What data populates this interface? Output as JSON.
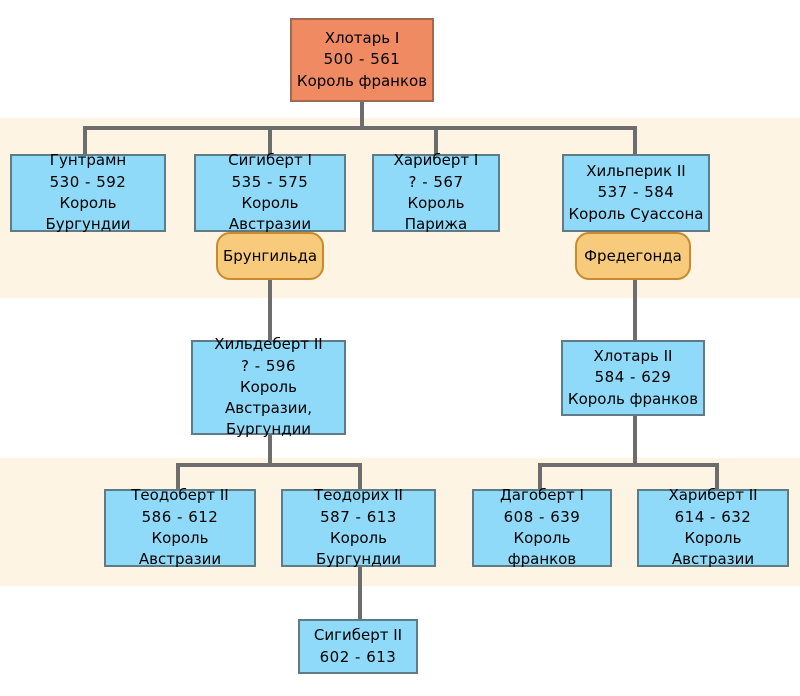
{
  "diagram": {
    "title": "Merovingian dynasty family tree",
    "colors": {
      "root_fill": "#f08a62",
      "person_fill": "#8fdaf8",
      "spouse_fill": "#f7cb7b",
      "band_fill": "#fdf4e3",
      "connector": "#6d6d6d",
      "page_bg": "#ffffff"
    },
    "generations": [
      {
        "id": "gen1",
        "people": [
          {
            "id": "chlothar-1",
            "name": "Хлотарь I",
            "years": "500 -   561",
            "title": "Король франков",
            "kind": "root"
          }
        ]
      },
      {
        "id": "gen2",
        "people": [
          {
            "id": "guntram",
            "name": "Гунтрамн",
            "years": "530 -   592",
            "title": "Король Бургундии",
            "kind": "person"
          },
          {
            "id": "sigebert-1",
            "name": "Сигиберт I",
            "years": "535 -   575",
            "title": "Король Австразии",
            "kind": "person",
            "spouse": "Брунгильда"
          },
          {
            "id": "charibert-1",
            "name": "Хариберт I",
            "years": "? -   567",
            "title": "Король Парижа",
            "kind": "person"
          },
          {
            "id": "chilperic-2",
            "name": "Хильперик II",
            "years": "537 -   584",
            "title": "Король Суассона",
            "kind": "person",
            "spouse": "Фредегонда"
          }
        ]
      },
      {
        "id": "gen3",
        "people": [
          {
            "id": "childebert-2",
            "name": "Хильдеберт II",
            "years": "? -   596",
            "title": "Король Австразии,",
            "title2": "Бургундии",
            "kind": "person"
          },
          {
            "id": "chlothar-2",
            "name": "Хлотарь II",
            "years": "584 -   629",
            "title": "Король франков",
            "kind": "person"
          }
        ]
      },
      {
        "id": "gen4",
        "people": [
          {
            "id": "theudebert-2",
            "name": "Теодоберт II",
            "years": "586 -   612",
            "title": "Король Австразии",
            "kind": "person"
          },
          {
            "id": "theuderic-2",
            "name": "Теодорих II",
            "years": "587 -   613",
            "title": "Король Бургундии",
            "kind": "person"
          },
          {
            "id": "dagobert-1",
            "name": "Дагоберт I",
            "years": "608 -   639",
            "title": "Король франков",
            "kind": "person"
          },
          {
            "id": "charibert-2",
            "name": "Хариберт II",
            "years": "614 -   632",
            "title": "Король Австразии",
            "kind": "person"
          }
        ]
      },
      {
        "id": "gen5",
        "people": [
          {
            "id": "sigebert-2",
            "name": "Сигиберт II",
            "years": "602 -   613",
            "kind": "person"
          }
        ]
      }
    ]
  }
}
